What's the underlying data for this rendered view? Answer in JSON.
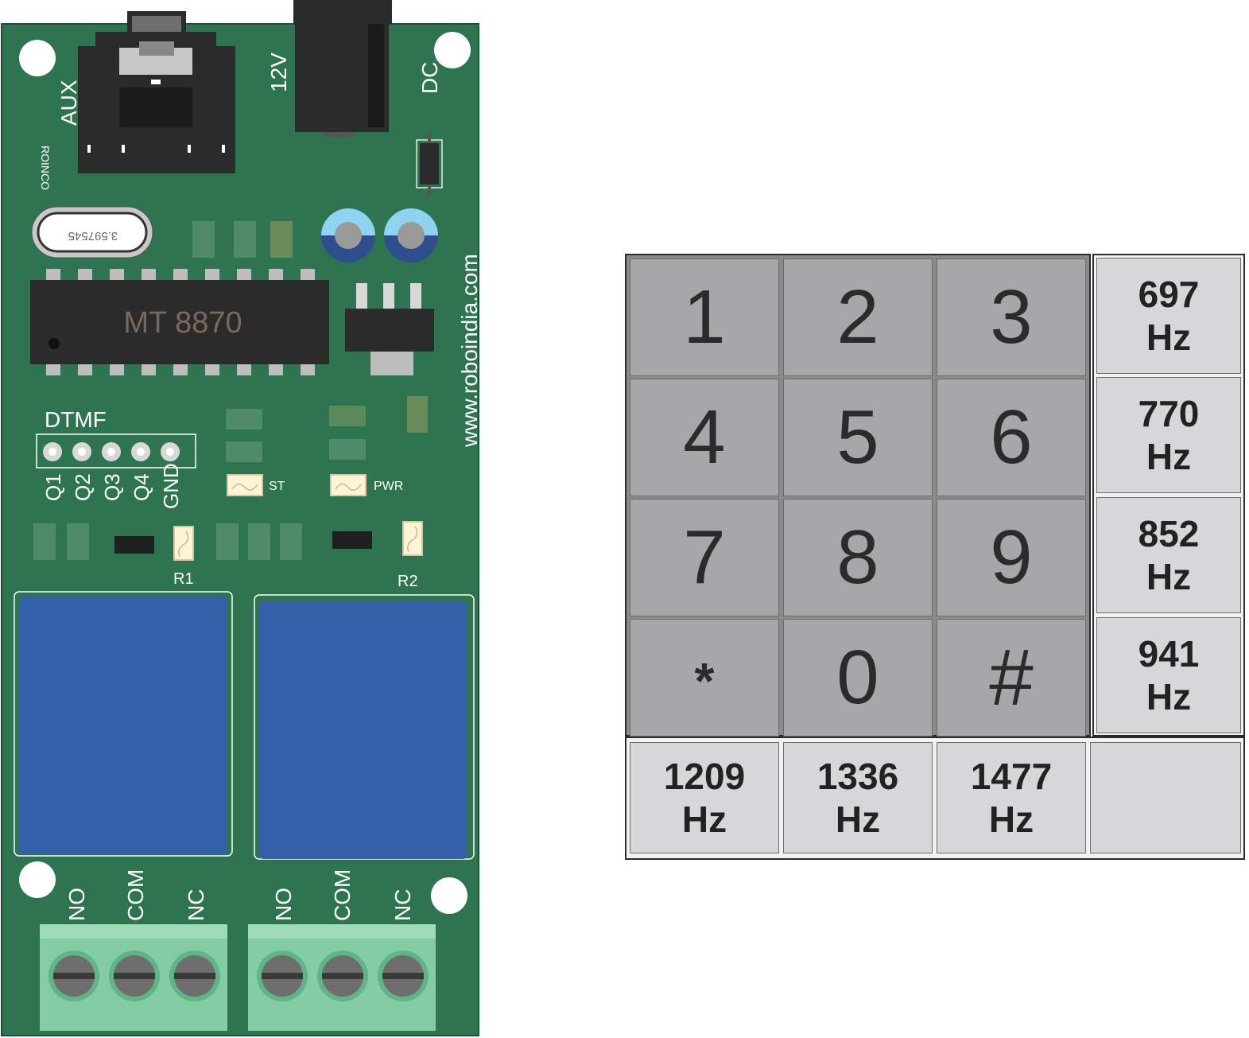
{
  "board": {
    "silkscreen": {
      "aux": "AUX",
      "maker": "ROINCO",
      "v12": "12V",
      "dc": "DC",
      "crystal": "3.597545",
      "ic": "MT 8870",
      "website": "www.roboindia.com",
      "dtmf": "DTMF",
      "pins": [
        "Q1",
        "Q2",
        "Q3",
        "Q4",
        "GND"
      ],
      "led_st": "ST",
      "led_pwr": "PWR",
      "r1": "R1",
      "r2": "R2",
      "relay1_terminals": [
        "NO",
        "COM",
        "NC"
      ],
      "relay2_terminals": [
        "NO",
        "COM",
        "NC"
      ]
    },
    "colors": {
      "pcb": "#2e7450",
      "relay": "#3460a8",
      "terminal": "#84cda4",
      "ic": "#2b2b2b",
      "ic_text": "#7a6a5a",
      "smd": "#4f8a6a",
      "capacitor_top": "#8fd3f0",
      "capacitor_base": "#2e4e8c"
    }
  },
  "keypad": {
    "keys": [
      [
        "1",
        "2",
        "3"
      ],
      [
        "4",
        "5",
        "6"
      ],
      [
        "7",
        "8",
        "9"
      ],
      [
        "*",
        "0",
        "#"
      ]
    ],
    "row_freqs": [
      {
        "value": "697",
        "unit": "Hz"
      },
      {
        "value": "770",
        "unit": "Hz"
      },
      {
        "value": "852",
        "unit": "Hz"
      },
      {
        "value": "941",
        "unit": "Hz"
      }
    ],
    "col_freqs": [
      {
        "value": "1209",
        "unit": "Hz"
      },
      {
        "value": "1336",
        "unit": "Hz"
      },
      {
        "value": "1477",
        "unit": "Hz"
      }
    ]
  }
}
